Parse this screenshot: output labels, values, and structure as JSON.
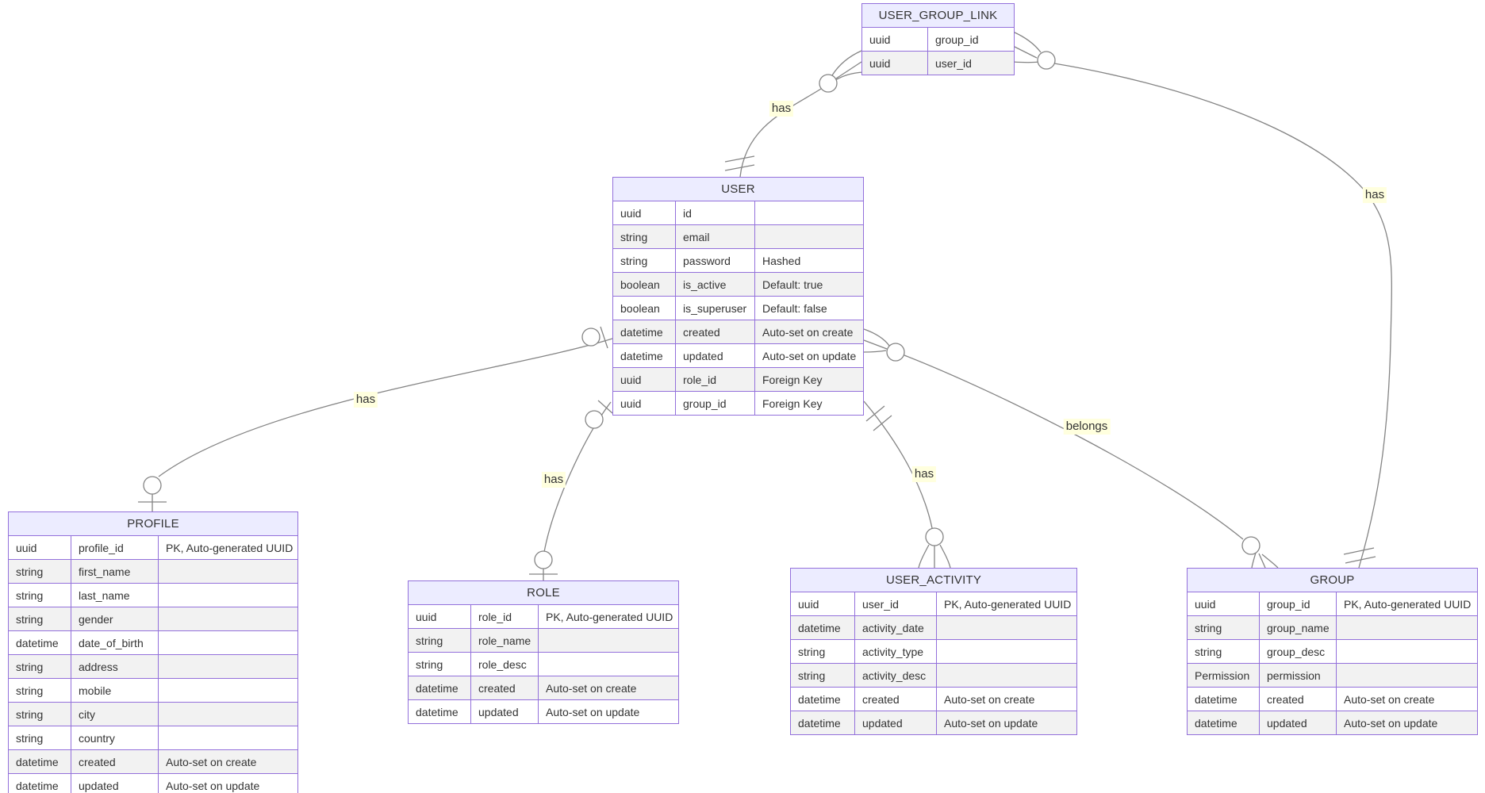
{
  "entities": {
    "user_group_link": {
      "title": "USER_GROUP_LINK",
      "rows": [
        [
          "uuid",
          "group_id"
        ],
        [
          "uuid",
          "user_id"
        ]
      ]
    },
    "user": {
      "title": "USER",
      "rows": [
        [
          "uuid",
          "id",
          ""
        ],
        [
          "string",
          "email",
          ""
        ],
        [
          "string",
          "password",
          "Hashed"
        ],
        [
          "boolean",
          "is_active",
          "Default: true"
        ],
        [
          "boolean",
          "is_superuser",
          "Default: false"
        ],
        [
          "datetime",
          "created",
          "Auto-set on create"
        ],
        [
          "datetime",
          "updated",
          "Auto-set on update"
        ],
        [
          "uuid",
          "role_id",
          "Foreign Key"
        ],
        [
          "uuid",
          "group_id",
          "Foreign Key"
        ]
      ]
    },
    "profile": {
      "title": "PROFILE",
      "rows": [
        [
          "uuid",
          "profile_id",
          "PK, Auto-generated UUID"
        ],
        [
          "string",
          "first_name",
          ""
        ],
        [
          "string",
          "last_name",
          ""
        ],
        [
          "string",
          "gender",
          ""
        ],
        [
          "datetime",
          "date_of_birth",
          ""
        ],
        [
          "string",
          "address",
          ""
        ],
        [
          "string",
          "mobile",
          ""
        ],
        [
          "string",
          "city",
          ""
        ],
        [
          "string",
          "country",
          ""
        ],
        [
          "datetime",
          "created",
          "Auto-set on create"
        ],
        [
          "datetime",
          "updated",
          "Auto-set on update"
        ]
      ]
    },
    "role": {
      "title": "ROLE",
      "rows": [
        [
          "uuid",
          "role_id",
          "PK, Auto-generated UUID"
        ],
        [
          "string",
          "role_name",
          ""
        ],
        [
          "string",
          "role_desc",
          ""
        ],
        [
          "datetime",
          "created",
          "Auto-set on create"
        ],
        [
          "datetime",
          "updated",
          "Auto-set on update"
        ]
      ]
    },
    "user_activity": {
      "title": "USER_ACTIVITY",
      "rows": [
        [
          "uuid",
          "user_id",
          "PK, Auto-generated UUID"
        ],
        [
          "datetime",
          "activity_date",
          ""
        ],
        [
          "string",
          "activity_type",
          ""
        ],
        [
          "string",
          "activity_desc",
          ""
        ],
        [
          "datetime",
          "created",
          "Auto-set on create"
        ],
        [
          "datetime",
          "updated",
          "Auto-set on update"
        ]
      ]
    },
    "group": {
      "title": "GROUP",
      "rows": [
        [
          "uuid",
          "group_id",
          "PK, Auto-generated UUID"
        ],
        [
          "string",
          "group_name",
          ""
        ],
        [
          "string",
          "group_desc",
          ""
        ],
        [
          "Permission",
          "permission",
          ""
        ],
        [
          "datetime",
          "created",
          "Auto-set on create"
        ],
        [
          "datetime",
          "updated",
          "Auto-set on update"
        ]
      ]
    }
  },
  "relationships": [
    {
      "from": "USER_GROUP_LINK",
      "to": "USER",
      "label": "has",
      "cardinality": "zero-or-many to exactly-one"
    },
    {
      "from": "USER_GROUP_LINK",
      "to": "GROUP",
      "label": "has",
      "cardinality": "zero-or-many to exactly-one"
    },
    {
      "from": "USER",
      "to": "PROFILE",
      "label": "has",
      "cardinality": "zero-or-one to zero-or-one"
    },
    {
      "from": "USER",
      "to": "ROLE",
      "label": "has",
      "cardinality": "zero-or-one to zero-or-one"
    },
    {
      "from": "USER",
      "to": "USER_ACTIVITY",
      "label": "has",
      "cardinality": "exactly-one to zero-or-many"
    },
    {
      "from": "USER",
      "to": "GROUP",
      "label": "belongs",
      "cardinality": "zero-or-many to zero-or-many"
    }
  ],
  "colors": {
    "entity_border": "#9370db",
    "header_bg": "#ececff",
    "row_odd_bg": "#ffffff",
    "row_even_bg": "#f2f2f2",
    "edge": "#848484",
    "label_bg": "#ffffde",
    "text": "#333333"
  }
}
